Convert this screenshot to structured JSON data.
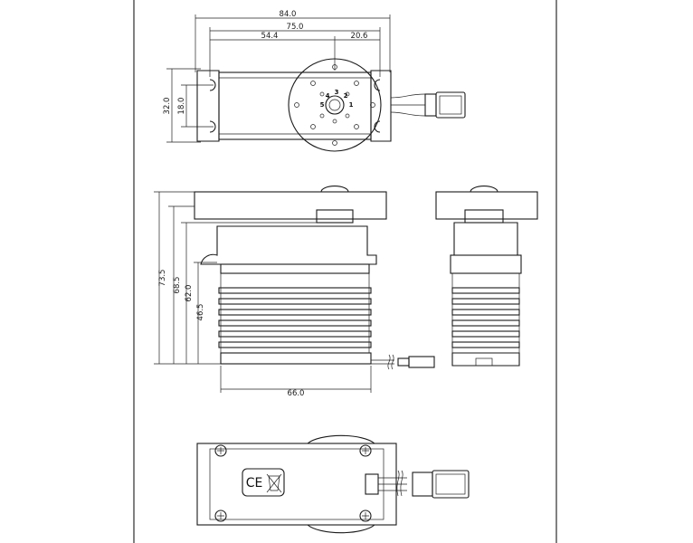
{
  "dimensions": {
    "top_overall_width": "84.0",
    "top_mount_width": "75.0",
    "top_offset_left": "54.4",
    "top_offset_right": "20.6",
    "top_height": "32.0",
    "top_hole_spacing": "18.0",
    "side_total_height": "73.5",
    "side_height_2": "68.5",
    "side_height_3": "62.0",
    "side_body_height": "46.5",
    "side_body_width": "66.0"
  },
  "horn_hole_labels": [
    "5",
    "4",
    "3",
    "2",
    "1"
  ],
  "marks": {
    "ce": "CE"
  }
}
